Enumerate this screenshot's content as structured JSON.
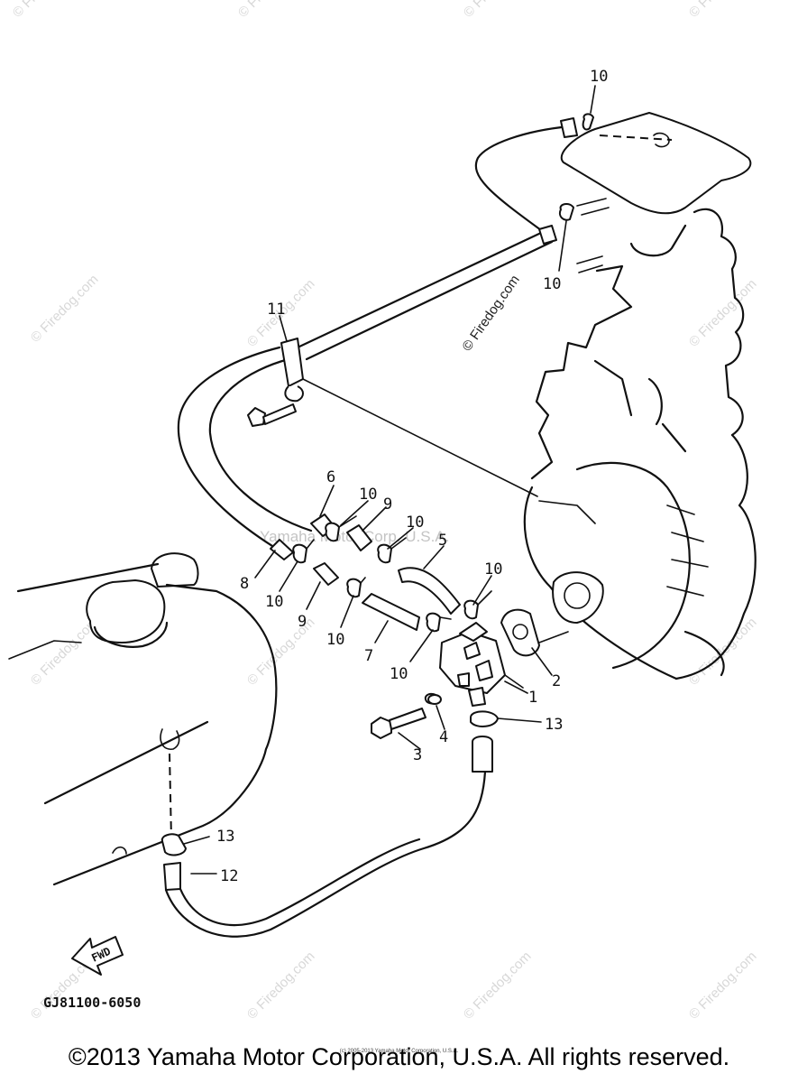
{
  "diagram": {
    "code": "GJ81100-6050",
    "direction_arrow": "FWD",
    "callouts": [
      "1",
      "2",
      "3",
      "4",
      "5",
      "6",
      "7",
      "8",
      "9",
      "9",
      "10",
      "10",
      "10",
      "10",
      "10",
      "10",
      "10",
      "10",
      "11",
      "12",
      "13",
      "13"
    ]
  },
  "watermarks": {
    "site": "© Firedog.com",
    "overlay": "Yamaha Motor Corp. U.S.A."
  },
  "footer": {
    "copyright": "©2013 Yamaha Motor Corporation, U.S.A. All rights reserved.",
    "fine_print": "(c) 2005-2013 Yamaha Motor Corporation, U.S.A."
  }
}
